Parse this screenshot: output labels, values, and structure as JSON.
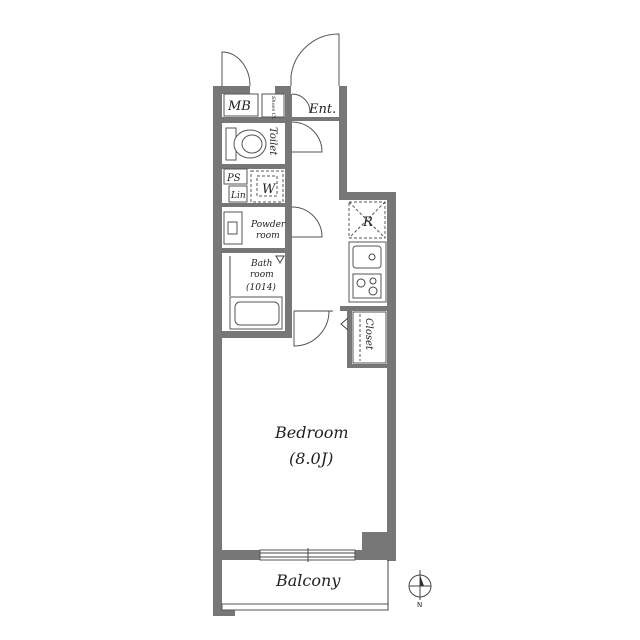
{
  "rooms": {
    "mb": "MB",
    "shoe_closet": "Shoes Cl.",
    "entrance": "Ent.",
    "toilet": "Toilet",
    "ps": "PS",
    "washer": "W",
    "linen": "Lin",
    "powder_line1": "Powder",
    "powder_line2": "room",
    "bath_line1": "Bath",
    "bath_line2": "room",
    "bath_size": "(1014)",
    "refrigerator": "R",
    "closet": "Closet",
    "bedroom_name": "Bedroom",
    "bedroom_size": "(8.0J)",
    "balcony": "Balcony"
  },
  "compass": {
    "north_label": "N"
  },
  "colors": {
    "wall": "#777777",
    "line": "#444444",
    "background": "#ffffff"
  }
}
